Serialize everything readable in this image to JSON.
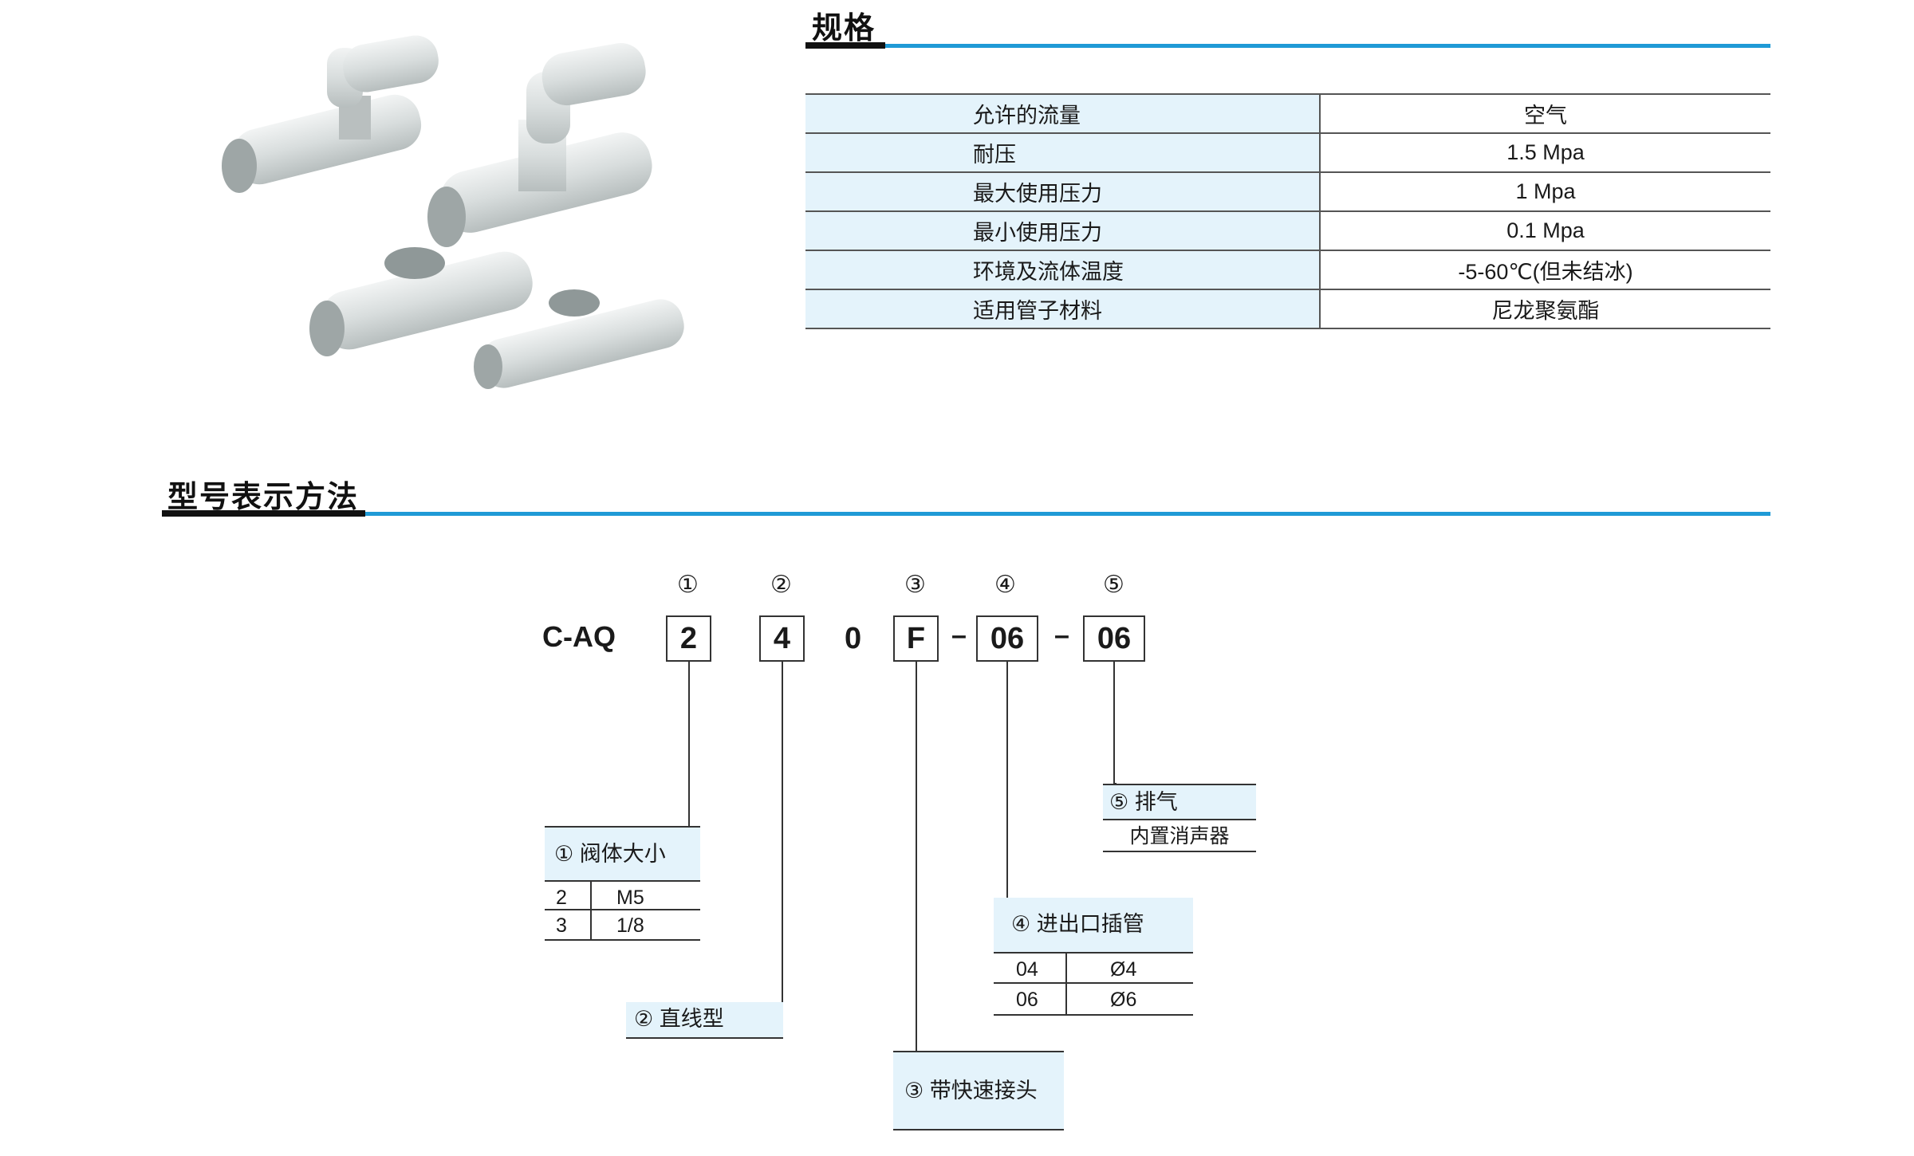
{
  "spec": {
    "title": "规格",
    "rows": [
      {
        "label": "允许的流量",
        "value": "空气"
      },
      {
        "label": "耐压",
        "value": "1.5 Mpa"
      },
      {
        "label": "最大使用压力",
        "value": "1 Mpa"
      },
      {
        "label": "最小使用压力",
        "value": "0.1 Mpa"
      },
      {
        "label": "环境及流体温度",
        "value": "-5-60℃(但未结冰)"
      },
      {
        "label": "适用管子材料",
        "value": "尼龙聚氨酯"
      }
    ]
  },
  "model": {
    "title": "型号表示方法",
    "prefix": "C-AQ",
    "markers": [
      "①",
      "②",
      "③",
      "④",
      "⑤"
    ],
    "parts": [
      "2",
      "4",
      "0",
      "F",
      "06",
      "06"
    ],
    "dash": "–"
  },
  "legend": {
    "size": {
      "title": "① 阀体大小",
      "rows": [
        {
          "code": "2",
          "value": "M5"
        },
        {
          "code": "3",
          "value": "1/8"
        }
      ]
    },
    "type": {
      "title": "② 直线型"
    },
    "quick": {
      "title": "③ 带快速接头"
    },
    "tube": {
      "title": "④ 进出口插管",
      "rows": [
        {
          "code": "04",
          "value": "Ø4"
        },
        {
          "code": "06",
          "value": "Ø6"
        }
      ]
    },
    "exhaust": {
      "title": "⑤ 排气",
      "sub": "内置消声器"
    }
  },
  "colors": {
    "accent": "#1f9ad6",
    "table_fill": "#e4f3fb",
    "fitting_body": "#dfe3e3"
  }
}
